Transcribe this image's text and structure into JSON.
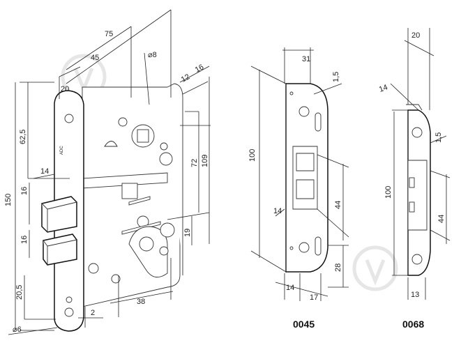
{
  "lock_body": {
    "dims": {
      "w75": "75",
      "w45": "45",
      "d8": "⌀8",
      "w16": "16",
      "w12": "12",
      "w20": "20",
      "h150": "150",
      "h62_5": "62,5",
      "h14": "14",
      "h16a": "16",
      "h16b": "16",
      "h20_5": "20,5",
      "d6": "⌀6",
      "h72": "72",
      "h109": "109",
      "h19": "19",
      "w2": "2",
      "w38": "38"
    }
  },
  "strike_0045": {
    "dims": {
      "w31": "31",
      "w1_5": "1,5",
      "h100": "100",
      "h14": "14",
      "h44": "44",
      "h28": "28",
      "w14": "14",
      "w17": "17"
    },
    "code": "0045"
  },
  "strike_0068": {
    "dims": {
      "w20": "20",
      "w14": "14",
      "w1_5": "1,5",
      "h100": "100",
      "h44": "44",
      "w13": "13"
    },
    "code": "0068"
  }
}
